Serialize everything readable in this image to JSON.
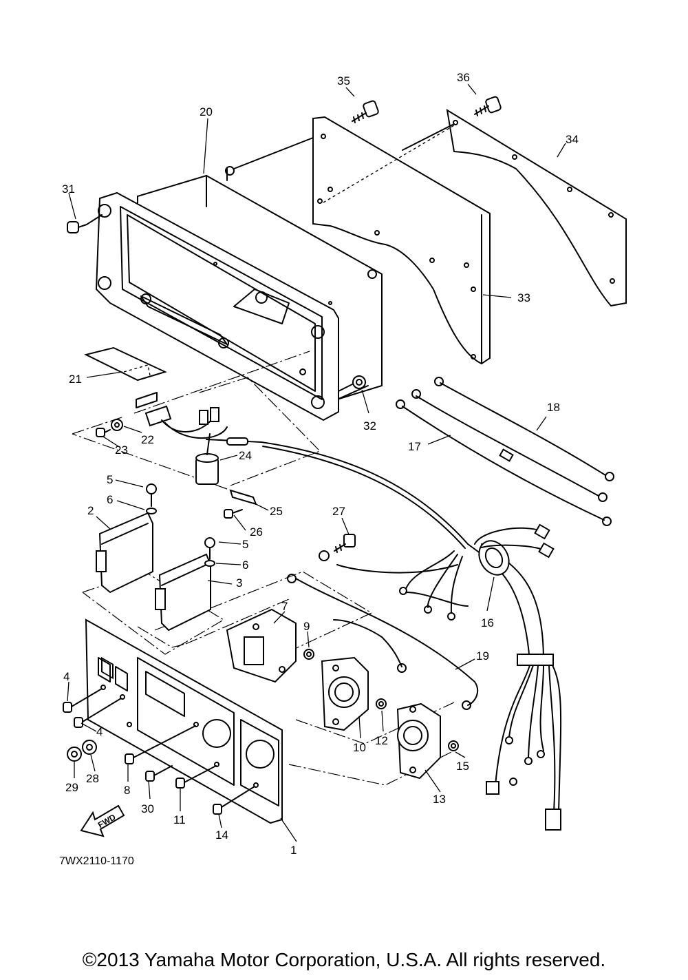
{
  "diagram": {
    "part_numbers": [
      "1",
      "2",
      "3",
      "4",
      "4",
      "5",
      "5",
      "6",
      "6",
      "7",
      "8",
      "9",
      "10",
      "11",
      "12",
      "13",
      "14",
      "15",
      "16",
      "17",
      "18",
      "19",
      "20",
      "21",
      "22",
      "23",
      "24",
      "25",
      "26",
      "27",
      "28",
      "29",
      "30",
      "31",
      "32",
      "33",
      "34",
      "35",
      "36"
    ],
    "arrow_label": "FWD",
    "drawing_code": "7WX2110-1170",
    "copyright": "©2013 Yamaha Motor Corporation, U.S.A. All rights reserved."
  }
}
